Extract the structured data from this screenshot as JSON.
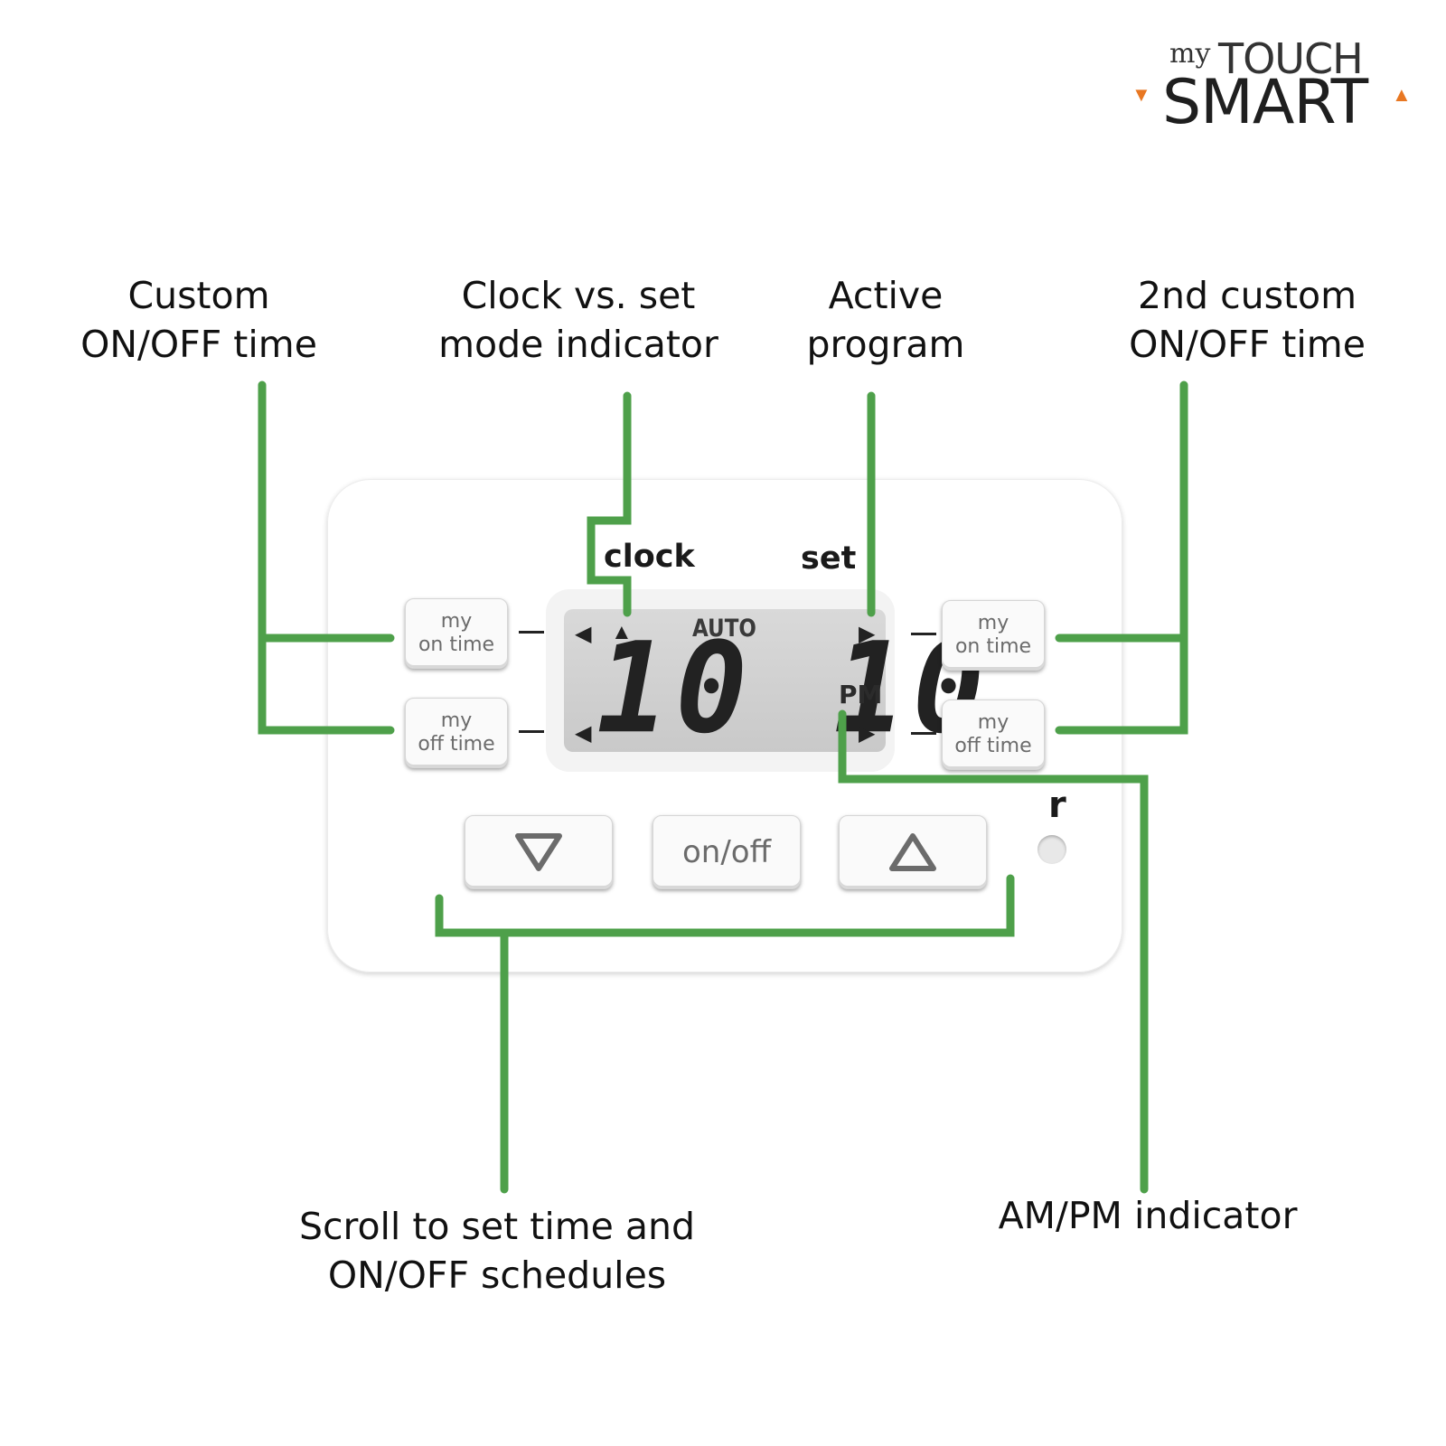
{
  "brand": {
    "line1_small": "my",
    "line1_large": "TOUCH",
    "line2": "SMART",
    "accent_color": "#e87722"
  },
  "callouts": {
    "custom_on_off": [
      "Custom",
      "ON/OFF time"
    ],
    "mode_indicator": [
      "Clock vs. set",
      "mode indicator"
    ],
    "active_program": [
      "Active",
      "program"
    ],
    "second_custom": [
      "2nd custom",
      "ON/OFF time"
    ],
    "scroll": [
      "Scroll to set time and",
      "ON/OFF schedules"
    ],
    "ampm": [
      "AM/PM indicator"
    ]
  },
  "leader_color": "#4ea04a",
  "device": {
    "mode_labels": {
      "clock": "clock",
      "set": "set"
    },
    "lcd": {
      "program": "AUTO",
      "time": "10 10",
      "meridiem": "PM",
      "icons": [
        "left-arrow-icon",
        "up-triangle-icon",
        "right-arrow-icon"
      ]
    },
    "left_buttons": {
      "on": [
        "my",
        "on time"
      ],
      "off": [
        "my",
        "off time"
      ]
    },
    "right_buttons": {
      "on": [
        "my",
        "on time"
      ],
      "off": [
        "my",
        "off time"
      ]
    },
    "bottom_buttons": {
      "down_icon": "down-triangle-icon",
      "power": "on/off",
      "up_icon": "up-triangle-icon"
    },
    "reset_label": "r"
  }
}
